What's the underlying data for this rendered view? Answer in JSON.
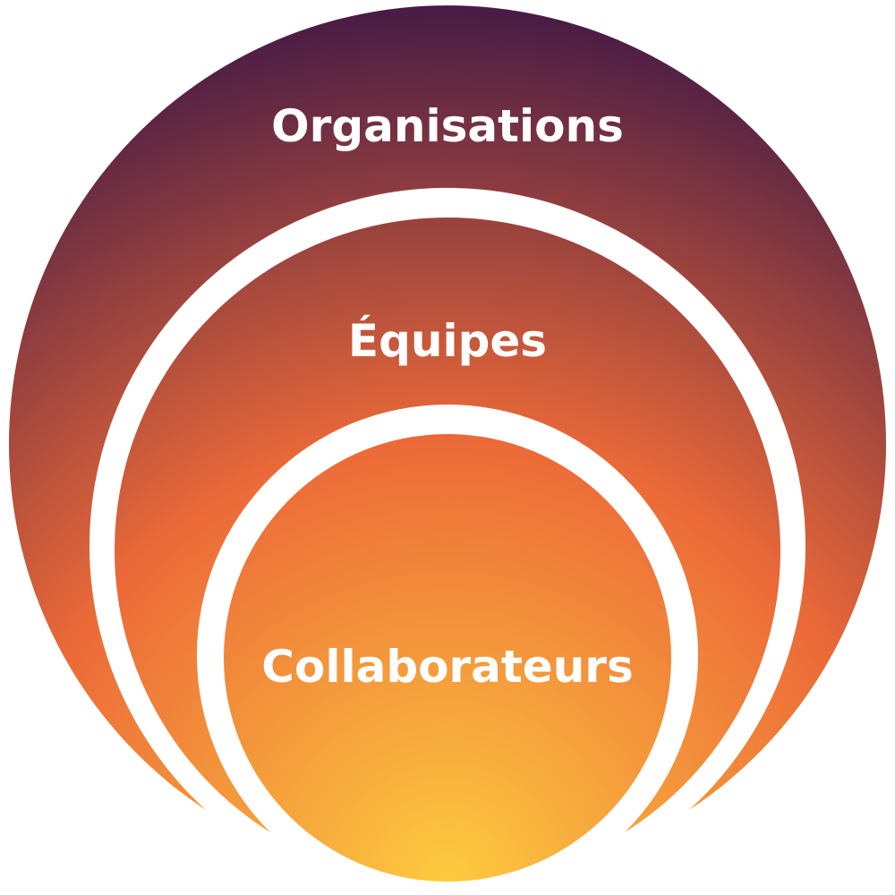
{
  "diagram": {
    "rings": [
      {
        "label": "Organisations"
      },
      {
        "label": "Équipes"
      },
      {
        "label": "Collaborateurs"
      }
    ],
    "colors": {
      "gradient_top": "#451a45",
      "gradient_mid": "#ec6a38",
      "gradient_bottom": "#fdcb3f",
      "separator": "#ffffff",
      "text": "#ffffff"
    }
  }
}
